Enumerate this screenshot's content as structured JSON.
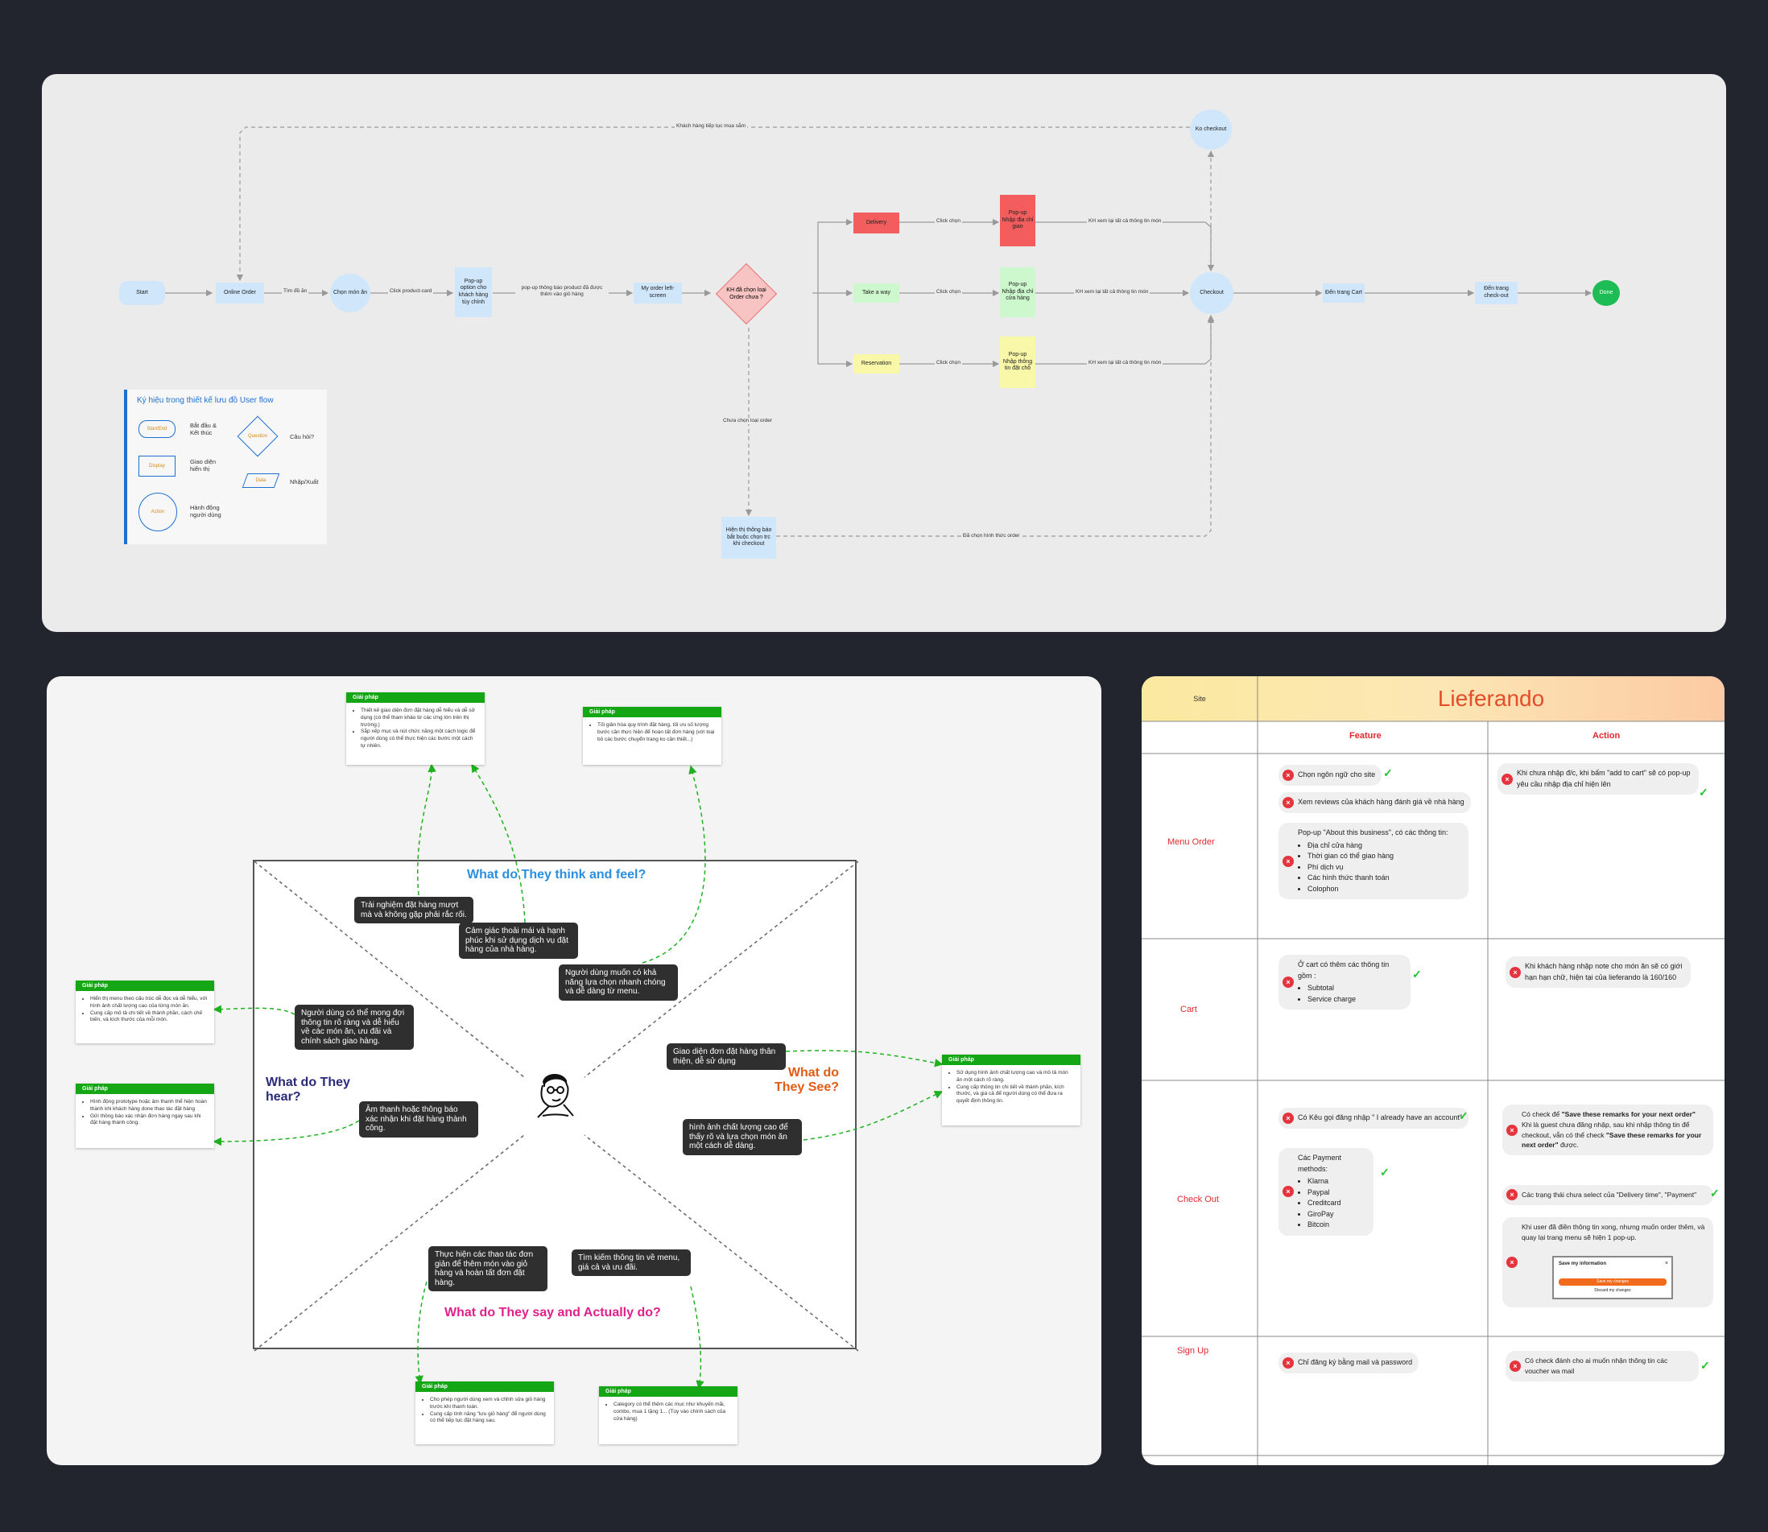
{
  "flow": {
    "nodes": {
      "start": "Start",
      "online_order": "Online Order",
      "chon_mon": "Chọn món ăn",
      "popup_option": "Pop-up option cho khách hàng tùy chỉnh",
      "my_order": "My order left-screen",
      "decision": "KH đã chọn loại Order chưa ?",
      "delivery": "Delivery",
      "takeaway": "Take a way",
      "reservation": "Reservation",
      "popup_delivery": "Pop-up Nhập địa chỉ giao",
      "popup_takeaway": "Pop-up Nhập địa chỉ cửa hàng",
      "popup_reservation": "Pop-up Nhập thông tin đặt chỗ",
      "ko_checkout": "Ko checkout",
      "checkout": "Checkout",
      "cart": "Đến trang Cart",
      "checkout_page": "Đến trang check-out",
      "done": "Done",
      "hien_thi": "Hiện thị thông báo bắt buộc chọn trc khi checkout"
    },
    "edges": {
      "tim_do_an": "Tìm đồ ăn",
      "click_product": "Click product-card",
      "popup_thong_bao": "pop-up thông báo product đã được thêm vào giỏ hàng",
      "click_chon_1": "Click chọn",
      "click_chon_2": "Click chọn",
      "click_chon_3": "Click chọn",
      "kh_xem_1": "KH xem lại tất cả thông tin món",
      "kh_xem_2": "KH xem lại tất cả thông tin món",
      "kh_xem_3": "KH xem lại tất cả thông tin món",
      "khach_hang_tiep_tuc": "Khách hàng tiếp tục mua sắm",
      "chua_chon": "Chưa chọn loại order",
      "da_chon": "Đã chọn hình thức order"
    },
    "legend": {
      "title": "Ký hiệu trong thiết kế lưu đồ User flow",
      "start_end_shape": "Start/End",
      "start_end_label": "Bắt đầu & Kết thúc",
      "display_shape": "Display",
      "display_label": "Giao diện hiển thị",
      "action_shape": "Action",
      "action_label": "Hành động người dùng",
      "question_shape": "Question",
      "question_label": "Câu hỏi?",
      "data_shape": "Data",
      "data_label": "Nhập/Xuất"
    }
  },
  "empathy": {
    "titles": {
      "think": "What do They think and feel?",
      "hear": "What do They hear?",
      "see": "What do They See?",
      "say": "What do They say and Actually do?"
    },
    "bubbles": {
      "b1": "Trải nghiệm đặt hàng mượt mà và không gặp phải rắc rối.",
      "b2": "Cảm giác thoải mái và hạnh phúc khi sử dụng dịch vụ đặt hàng của nhà hàng.",
      "b3": "Người dùng muốn có khả năng lựa chọn nhanh chóng và dễ dàng từ menu.",
      "b4": "Người dùng có thể mong đợi thông tin rõ ràng và dễ hiểu về các món ăn, ưu đãi và chính sách giao hàng.",
      "b5": "Âm thanh hoặc thông báo xác nhận khi đặt hàng thành công.",
      "b6": "Giao diện đơn đặt hàng thân thiện, dễ sử dụng",
      "b7": "hình ảnh chất lượng cao để thấy rõ và lựa chọn món ăn một cách dễ dàng.",
      "b8": "Thực hiện các thao tác đơn giản để thêm món vào giỏ hàng và hoàn tất đơn đặt hàng.",
      "b9": "Tìm kiếm thông tin về menu, giá cả và ưu đãi."
    },
    "solutions": {
      "head": "Giải pháp",
      "s1": [
        "Thiết kế giao diện đơn đặt hàng dễ hiểu và dễ sử dụng (có thể tham khảo từ các ứng lớn trên thị trường.)",
        "Sắp xếp mục và nút chức năng một cách logic để người dùng có thể thực hiện các bước một cách tự nhiên."
      ],
      "s2": [
        "Tối giản hóa quy trình đặt hàng, tối ưu số lượng bước cần thực hiện để hoàn tất đơn hàng (với loại bỏ các bước chuyển trang ko cần thiết...)"
      ],
      "s3": [
        "Hiển thị menu theo cấu trúc dễ đọc và dễ hiểu, với hình ảnh chất lượng cao của từng món ăn.",
        "Cung cấp mô tả chi tiết về thành phần, cách chế biến, và kích thước của mỗi món."
      ],
      "s4": [
        "Hình động prototype hoặc âm thanh thể hiện hoàn thành khi khách hàng done thao tác đặt hàng",
        "Gửi thông báo xác nhận đơn hàng ngay sau khi đặt hàng thành công."
      ],
      "s5": [
        "Sử dụng hình ảnh chất lượng cao và mô tả món ăn một cách rõ ràng.",
        "Cung cấp thông tin chi tiết về thành phần, kích thước, và giá cả để người dùng có thể đưa ra quyết định thông tin."
      ],
      "s6": [
        "Cho phép người dùng xem và chỉnh sửa giỏ hàng trước khi thanh toán.",
        "Cung cấp tính năng \"lưu giỏ hàng\" để người dùng có thể tiếp tục đặt hàng sau."
      ],
      "s7": [
        "Category có thể thêm các mục như khuyến mãi, combo, mua 1 tặng 1... (Tùy vào chính sách của cửa hàng)"
      ]
    }
  },
  "table": {
    "site_label": "Site",
    "brand": "Lieferando",
    "col_feature": "Feature",
    "col_action": "Action",
    "rows": {
      "menu": "Menu Order",
      "cart": "Cart",
      "checkout": "Check Out",
      "signup": "Sign Up"
    },
    "menu_f1": "Chọn ngôn ngữ cho site",
    "menu_f2": "Xem reviews của khách hàng đánh giá về nhà hàng",
    "menu_f3_title": "Pop-up \"About this business\", có các thông tin:",
    "menu_f3_items": [
      "Địa chỉ cửa hàng",
      "Thời gian có thể giao hàng",
      "Phí dịch vụ",
      "Các hình thức thanh toán",
      "Colophon"
    ],
    "menu_a1": "Khi chưa nhập đ/c, khi bấm \"add to cart\" sẽ có pop-up yêu cầu nhập địa chỉ hiện lên",
    "cart_f1_title": "Ở cart có thêm các thông tin gồm :",
    "cart_f1_items": [
      "Subtotal",
      "Service charge"
    ],
    "cart_a1": "Khi khách hàng nhập note cho món ăn sẽ có giới hạn hạn chữ, hiện tại của lieferando là 160/160",
    "co_f1": "Có Kêu gọi đăng nhập \" I already have an account\"",
    "co_f2_title": "Các Payment methods:",
    "co_f2_items": [
      "Klarna",
      "Paypal",
      "Creditcard",
      "GiroPay",
      "Bitcoin"
    ],
    "co_a1_pre": "Có check để ",
    "co_a1_bold": "\"Save these remarks for your next order\"",
    "co_a1_mid": "Khi là guest chưa đăng nhập, sau khi nhập thông tin để checkout, vẫn có thể check ",
    "co_a1_bold2": "\"Save these remarks for your next order\"",
    "co_a1_post": " được.",
    "co_a2": "Các trạng thái chưa select của \"Delivery time\", \"Payment\"",
    "co_a3": "Khi user đã điền thông tin xong, nhưng muốn order thêm, và quay lại trang menu sẽ hiện 1 pop-up.",
    "co_popup_title": "Save my information",
    "co_popup_btn": "Save my changes",
    "co_popup_link": "Discard my changes",
    "su_f1": "Chỉ đăng ký bằng mail và password",
    "su_a1": "Có check đánh cho ai muốn nhận thông tin các voucher wa mail"
  }
}
